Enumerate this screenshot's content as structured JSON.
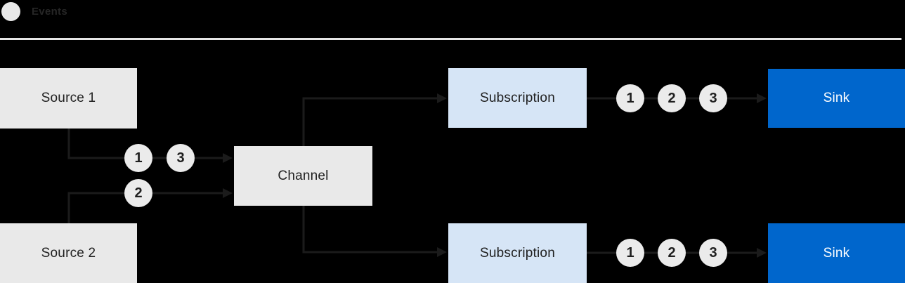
{
  "legend": {
    "icon": "event-circle-icon",
    "label": "Events"
  },
  "colors": {
    "background": "#000000",
    "node_gray": "#e9e9e9",
    "subscription_blue_light": "#d6e5f6",
    "sink_blue": "#0066cc",
    "connector_line": "#1b1b1b",
    "event_badge_gray": "#ebebeb",
    "text_dark": "#1f1f1f",
    "sink_text": "#ffffff",
    "divider": "#e6e6e6"
  },
  "nodes": {
    "source1": "Source 1",
    "source2": "Source 2",
    "channel": "Channel",
    "subscription_top": "Subscription",
    "subscription_bottom": "Subscription",
    "sink_top": "Sink",
    "sink_bottom": "Sink"
  },
  "events": {
    "source1_to_channel": [
      "1",
      "3"
    ],
    "source2_to_channel": [
      "2"
    ],
    "subscription_top_to_sink": [
      "1",
      "2",
      "3"
    ],
    "subscription_bottom_to_sink": [
      "1",
      "2",
      "3"
    ]
  }
}
